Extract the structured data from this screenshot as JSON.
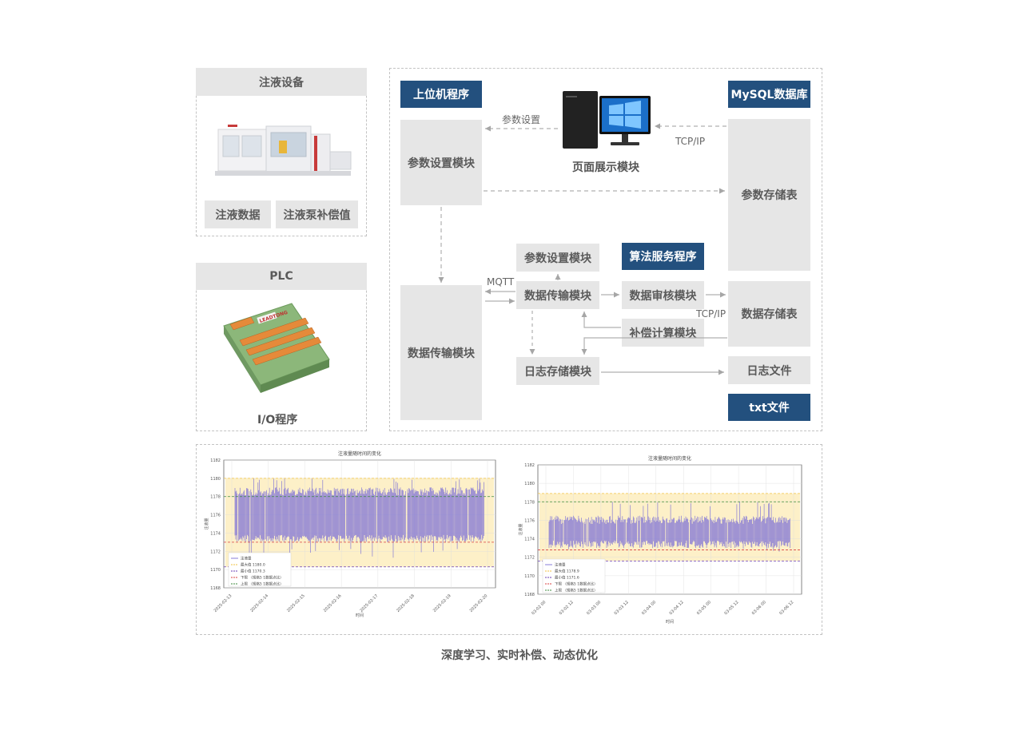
{
  "injection_panel": {
    "title": "注液设备",
    "btn_data": "注液数据",
    "btn_pump": "注液泵补偿值"
  },
  "plc_panel": {
    "title": "PLC",
    "caption": "I/O程序",
    "board_brand": "LEADTONG"
  },
  "host": {
    "title": "上位机程序",
    "param_module": "参数设置模块",
    "transfer_module": "数据传输模块",
    "page_module": "页面展示模块",
    "label_param_setting": "参数设置"
  },
  "mysql": {
    "title": "MySQL数据库",
    "param_table": "参数存储表",
    "data_table": "数据存储表",
    "log_file": "日志文件",
    "txt_title": "txt文件",
    "label_tcpip_top": "TCP/IP"
  },
  "algo": {
    "title": "算法服务程序",
    "param_module": "参数设置模块",
    "transfer_module": "数据传输模块",
    "audit_module": "数据审核模块",
    "comp_module": "补偿计算模块",
    "log_module": "日志存储模块",
    "label_mqtt": "MQTT",
    "label_tcpip_mid": "TCP/IP"
  },
  "footer": {
    "caption": "深度学习、实时补偿、动态优化"
  },
  "colors": {
    "navy": "#23507e",
    "gray_box": "#e6e6e6",
    "series": "#7b6fd6",
    "band": "#fdf0c8"
  },
  "chart_data": [
    {
      "type": "line",
      "title": "注液量随时间的变化",
      "xlabel": "时间",
      "ylabel": "注液量",
      "x_ticks": [
        "2025-02-13",
        "2025-02-14",
        "2025-02-15",
        "2025-02-16",
        "2025-02-17",
        "2025-02-18",
        "2025-02-19",
        "2025-02-20"
      ],
      "y_ticks": [
        1168,
        1170,
        1172,
        1174,
        1176,
        1178,
        1180,
        1182
      ],
      "ylim": [
        1168,
        1182
      ],
      "grid": true,
      "legend_position": "lower-left",
      "series": [
        {
          "name": "注液量",
          "min": 1171.3,
          "max": 1180.0,
          "typical_low": 1173,
          "typical_high": 1179
        }
      ],
      "reference_lines": [
        {
          "label": "最大值 1180.0",
          "value": 1180.0
        },
        {
          "label": "最小值 1170.3",
          "value": 1170.3
        },
        {
          "label": "下限 （规格5 1数据点比）",
          "value": 1173.0
        },
        {
          "label": "上限 （规格5 1数据点比）",
          "value": 1178.0
        }
      ]
    },
    {
      "type": "line",
      "title": "注液量随时间的变化",
      "xlabel": "时间",
      "ylabel": "注液量",
      "x_ticks": [
        "03-02 00",
        "03-02 12",
        "03-03 00",
        "03-03 12",
        "03-04 00",
        "03-04 12",
        "03-05 00",
        "03-05 12",
        "03-06 00",
        "03-06 12"
      ],
      "y_ticks": [
        1168,
        1170,
        1172,
        1174,
        1176,
        1178,
        1180,
        1182
      ],
      "ylim": [
        1168,
        1182
      ],
      "grid": true,
      "legend_position": "lower-left",
      "series": [
        {
          "name": "注液量",
          "min": 1172.5,
          "max": 1178.0,
          "typical_low": 1173,
          "typical_high": 1176.5
        }
      ],
      "reference_lines": [
        {
          "label": "最大值 1178.9",
          "value": 1178.9
        },
        {
          "label": "最小值 1171.6",
          "value": 1171.6
        },
        {
          "label": "下限 （规格5 1数据点比）",
          "value": 1172.8
        },
        {
          "label": "上限 （规格5 1数据点比）",
          "value": 1178.0
        }
      ]
    }
  ]
}
